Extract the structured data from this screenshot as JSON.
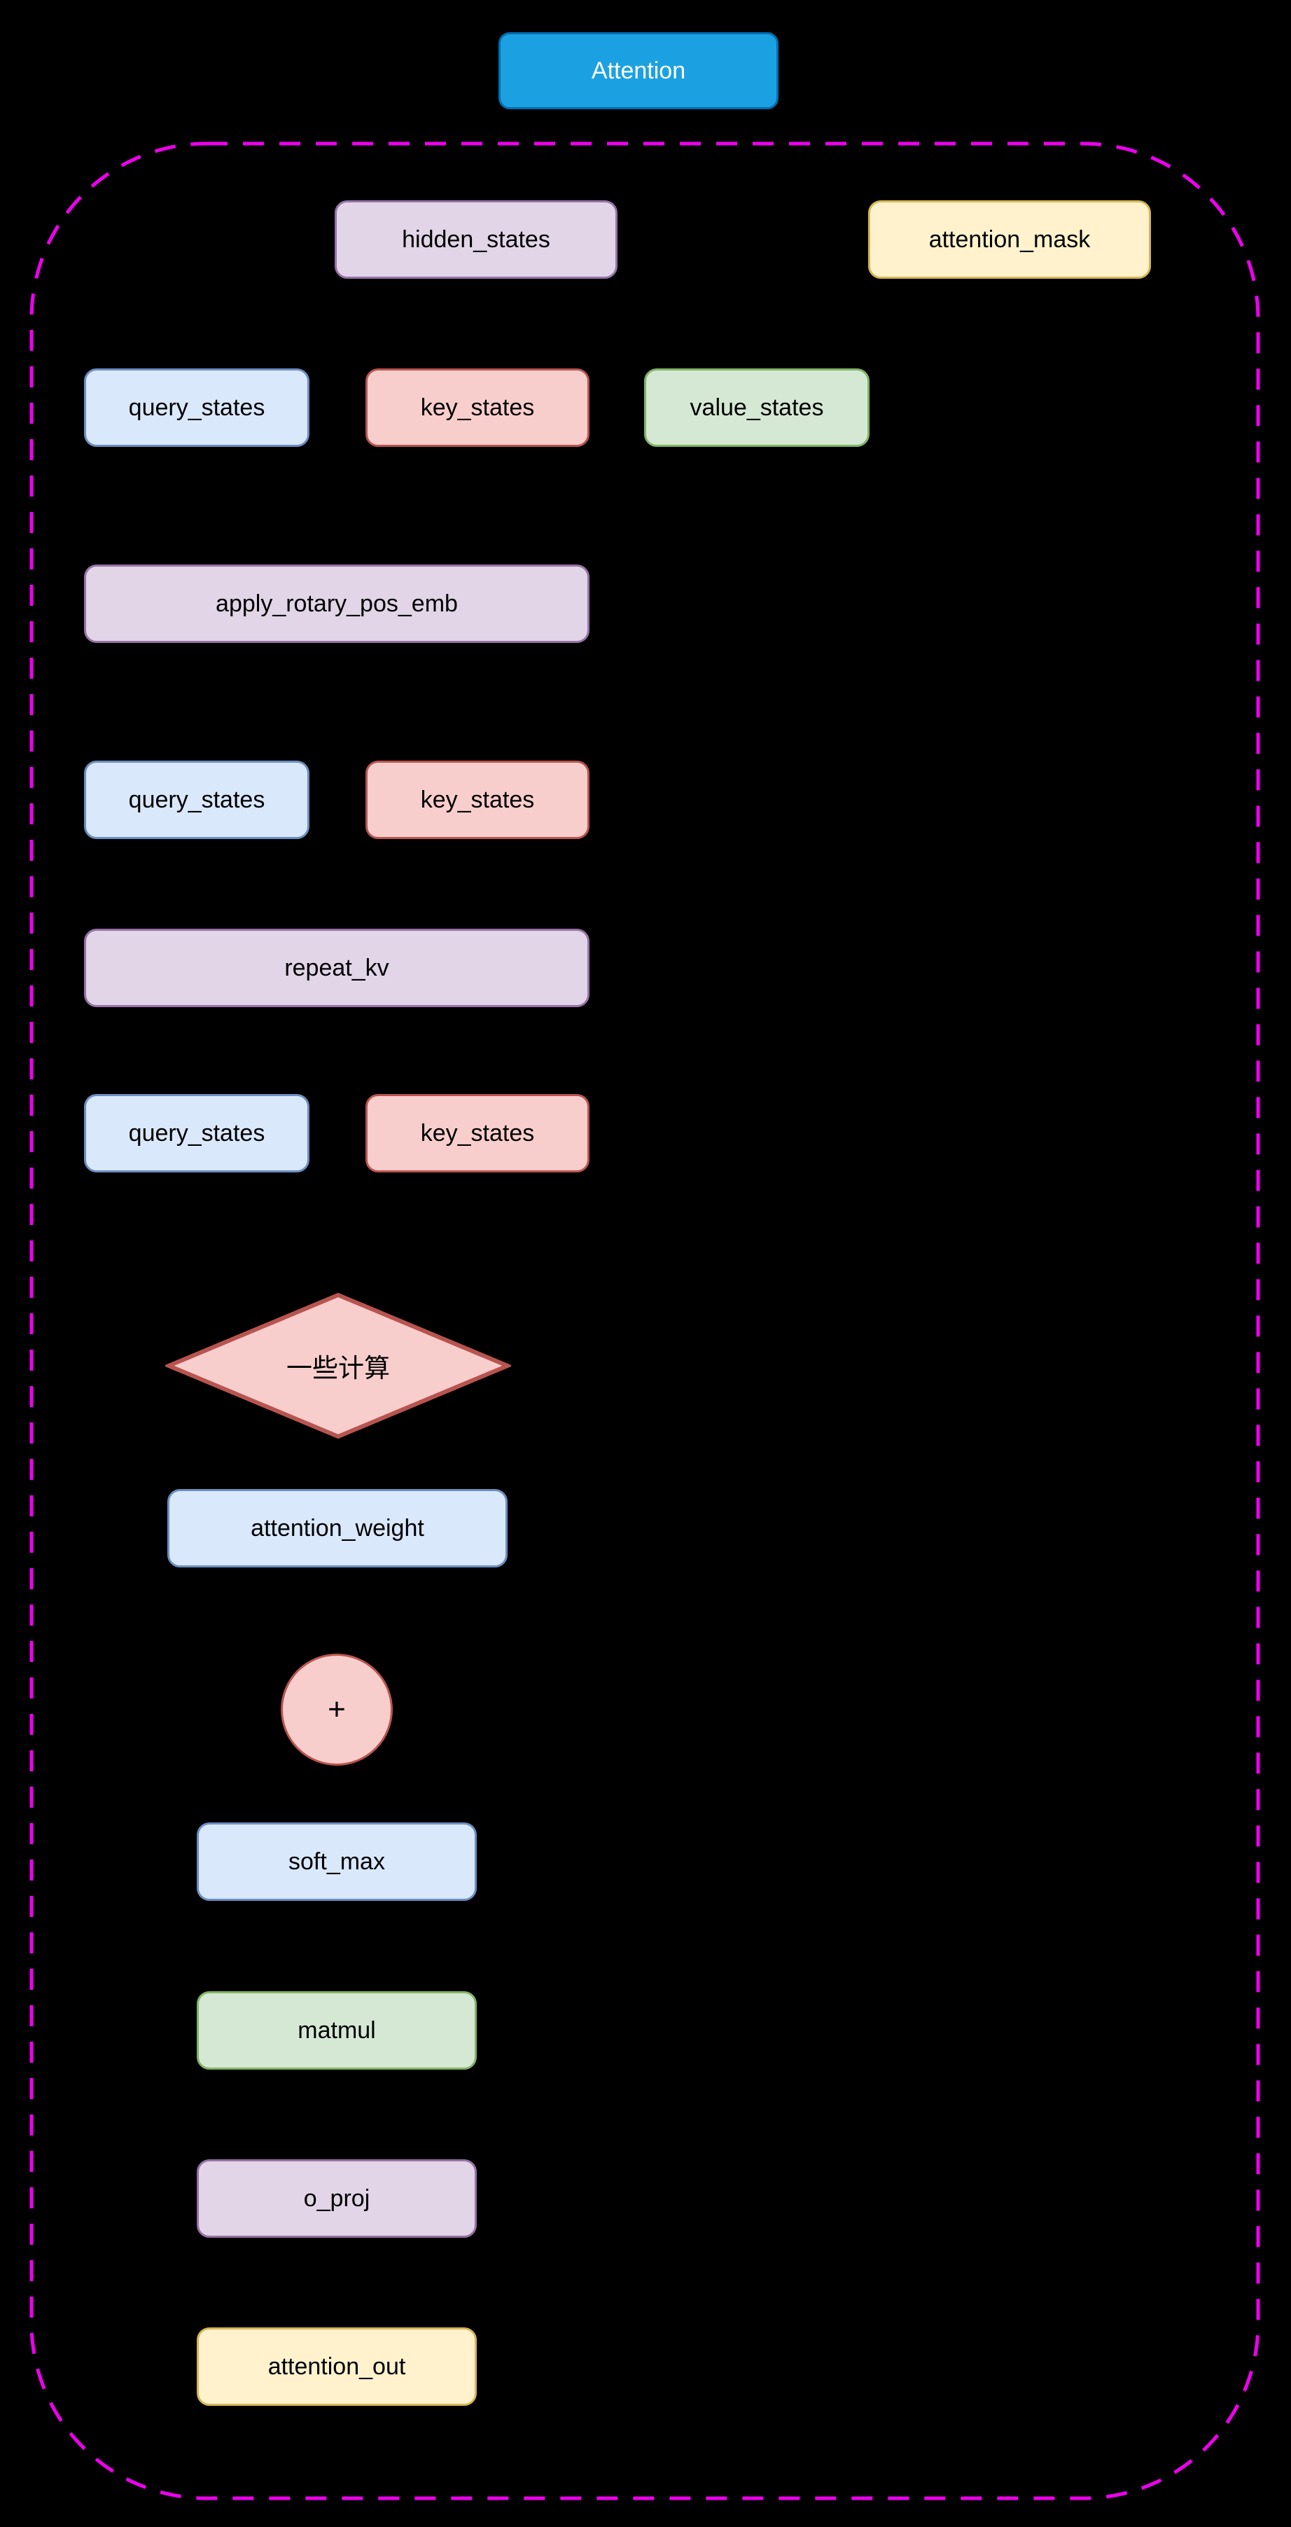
{
  "diagram": {
    "title": "Attention",
    "nodes": {
      "attention_title": "Attention",
      "hidden_states": "hidden_states",
      "attention_mask": "attention_mask",
      "query_states_1": "query_states",
      "key_states_1": "key_states",
      "value_states": "value_states",
      "apply_rotary_pos_emb": "apply_rotary_pos_emb",
      "query_states_2": "query_states",
      "key_states_2": "key_states",
      "repeat_kv": "repeat_kv",
      "query_states_3": "query_states",
      "key_states_3": "key_states",
      "some_computation": "一些计算",
      "attention_weight": "attention_weight",
      "plus_operator": "+",
      "soft_max": "soft_max",
      "matmul": "matmul",
      "o_proj": "o_proj",
      "attention_out": "attention_out"
    },
    "colors": {
      "background": "#000000",
      "container_border": "#EE00EE",
      "title_fill": "#1BA1E2",
      "title_stroke": "#006EAF",
      "title_text": "#FFFFFF",
      "node_text": "#000000",
      "purple_fill": "#E1D5E7",
      "purple_stroke": "#9673A6",
      "blue_fill": "#DAE8FC",
      "blue_stroke": "#6C8EBF",
      "red_fill": "#F8CECC",
      "red_stroke": "#B85450",
      "green_fill": "#D5E8D4",
      "green_stroke": "#82B366",
      "yellow_fill": "#FFF2CC",
      "yellow_stroke": "#D6B656"
    }
  }
}
